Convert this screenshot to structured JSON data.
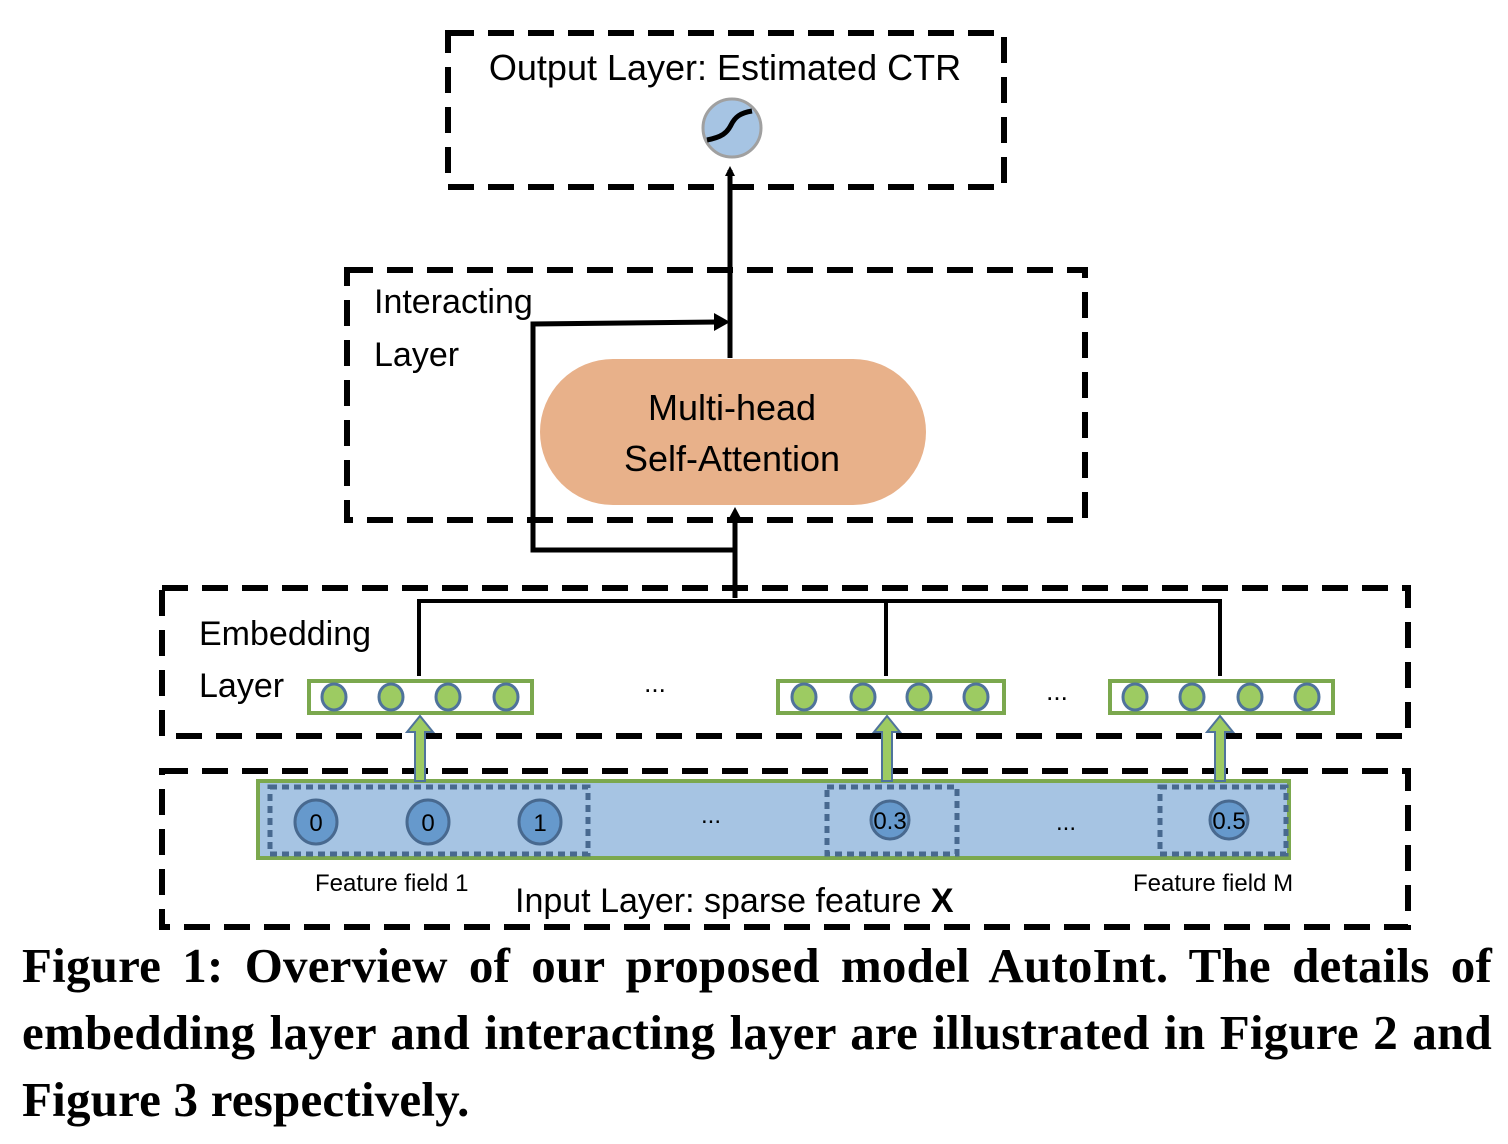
{
  "figure": {
    "output_layer": {
      "label": "Output Layer: Estimated CTR",
      "unit_icon": "sigmoid-icon"
    },
    "interacting_layer": {
      "label_line1": "Interacting",
      "label_line2": "Layer",
      "block_line1": "Multi-head",
      "block_line2": "Self-Attention"
    },
    "embedding_layer": {
      "label_line1": "Embedding",
      "label_line2": "Layer",
      "ellipsis": "...",
      "units_per_vector": 4,
      "vector_count_shown": 3
    },
    "input_layer": {
      "label_prefix": "Input Layer: sparse feature ",
      "label_symbol": "X",
      "ellipsis": "...",
      "field1_values": [
        "0",
        "0",
        "1"
      ],
      "field_mid_value": "0.3",
      "fieldM_value": "0.5",
      "field1_label": "Feature field 1",
      "fieldM_label": "Feature field M"
    },
    "colors": {
      "attention_block": "#E8B18A",
      "embedding_unit_fill": "#9DCB62",
      "unit_border": "#4F739B",
      "vector_border": "#7BA84E",
      "input_bar": "#A6C4E3",
      "input_unit": "#6699CC",
      "field_dots": "#48698F",
      "sigmoid_fill": "#A6C4E3",
      "sigmoid_border": "#A0A0A0"
    }
  },
  "caption": "Figure 1: Overview of our proposed model AutoInt. The details of embedding layer and interacting layer are illustrated in Figure 2 and Figure 3 respectively."
}
